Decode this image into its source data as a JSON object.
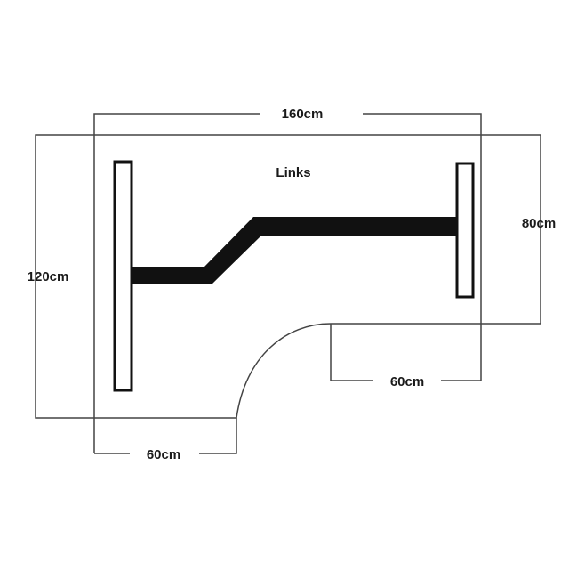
{
  "diagram": {
    "side_label": "Links",
    "dimensions": {
      "top_width": "160cm",
      "right_depth": "80cm",
      "left_depth": "120cm",
      "bottom_width": "60cm",
      "inner_return_width": "60cm"
    },
    "colors": {
      "frame": "#111111",
      "outline": "#444444",
      "background": "#ffffff"
    }
  }
}
